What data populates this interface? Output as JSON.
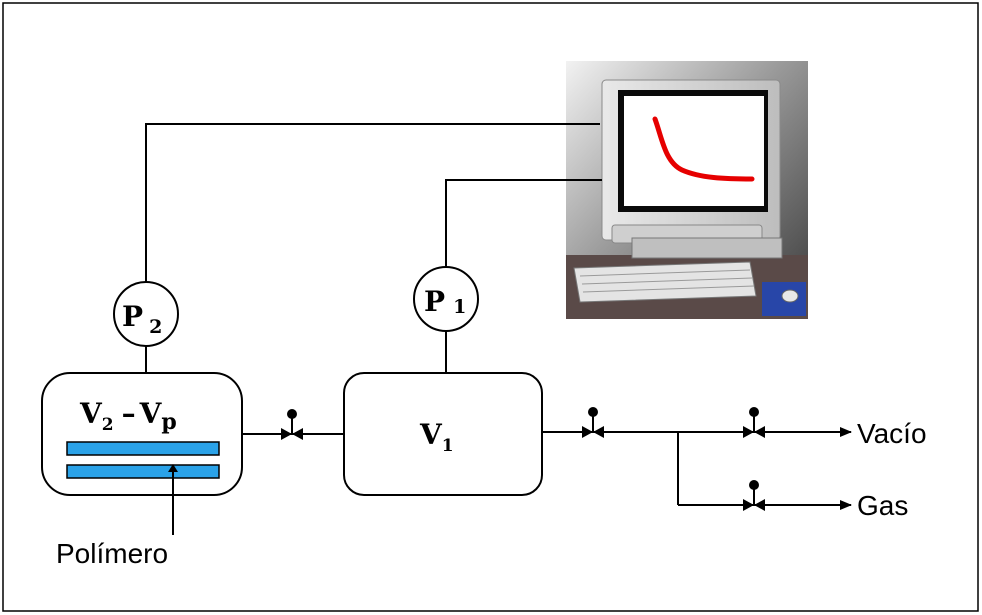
{
  "gauges": {
    "p2": {
      "main": "P",
      "sub": "2"
    },
    "p1": {
      "main": "P",
      "sub": "1"
    }
  },
  "chambers": {
    "sample": {
      "v": "V",
      "v_sub": "2",
      "minus": "–",
      "vp": "V",
      "vp_sub": "p"
    },
    "reference": {
      "v": "V",
      "v_sub": "1"
    }
  },
  "labels": {
    "polymer": "Polímero",
    "vacuum": "Vacío",
    "gas": "Gas"
  },
  "computer": {
    "screen_curve_color": "#e60000",
    "polymer_layer_color": "#2aa2e8"
  }
}
